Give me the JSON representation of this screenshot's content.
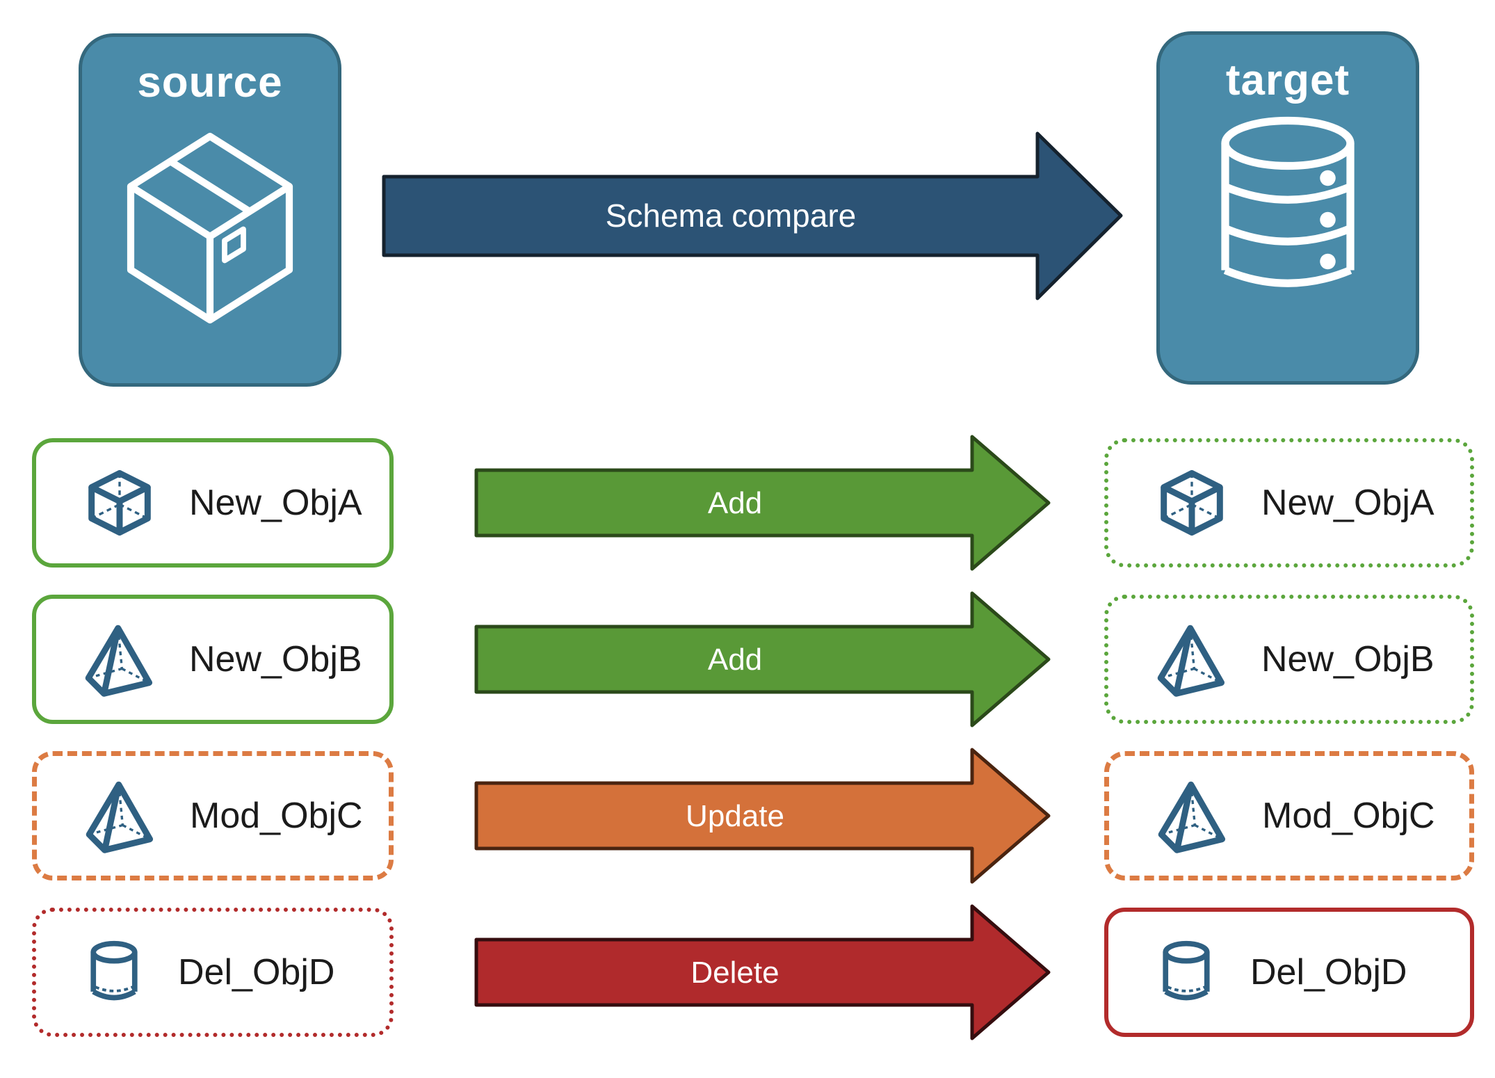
{
  "source_node": {
    "label": "source",
    "icon": "package-icon"
  },
  "target_node": {
    "label": "target",
    "icon": "database-icon"
  },
  "compare_arrow": {
    "label": "Schema compare"
  },
  "rows": [
    {
      "object_name": "New_ObjA",
      "icon": "cube-icon",
      "action": "Add",
      "source_card_border": "green-solid",
      "target_card_border": "green-dotted"
    },
    {
      "object_name": "New_ObjB",
      "icon": "pyramid-icon",
      "action": "Add",
      "source_card_border": "green-solid",
      "target_card_border": "green-dotted"
    },
    {
      "object_name": "Mod_ObjC",
      "icon": "pyramid-icon",
      "action": "Update",
      "source_card_border": "orange-dashed",
      "target_card_border": "orange-dashed"
    },
    {
      "object_name": "Del_ObjD",
      "icon": "cylinder-icon",
      "action": "Delete",
      "source_card_border": "red-dotted",
      "target_card_border": "red-solid"
    }
  ],
  "colors": {
    "node_fill": "#4A8BA9",
    "node_border": "#34687D",
    "compare_arrow_fill": "#2C5375",
    "add_arrow_fill": "#599937",
    "update_arrow_fill": "#D4713A",
    "delete_arrow_fill": "#B02A2C",
    "green_border": "#5BA63C",
    "orange_border": "#DC7B43",
    "red_border": "#B22B2B",
    "object_icon_stroke": "#2F6082",
    "card_text": "#1B1B1B",
    "arrow_text": "#FFFFFF"
  }
}
